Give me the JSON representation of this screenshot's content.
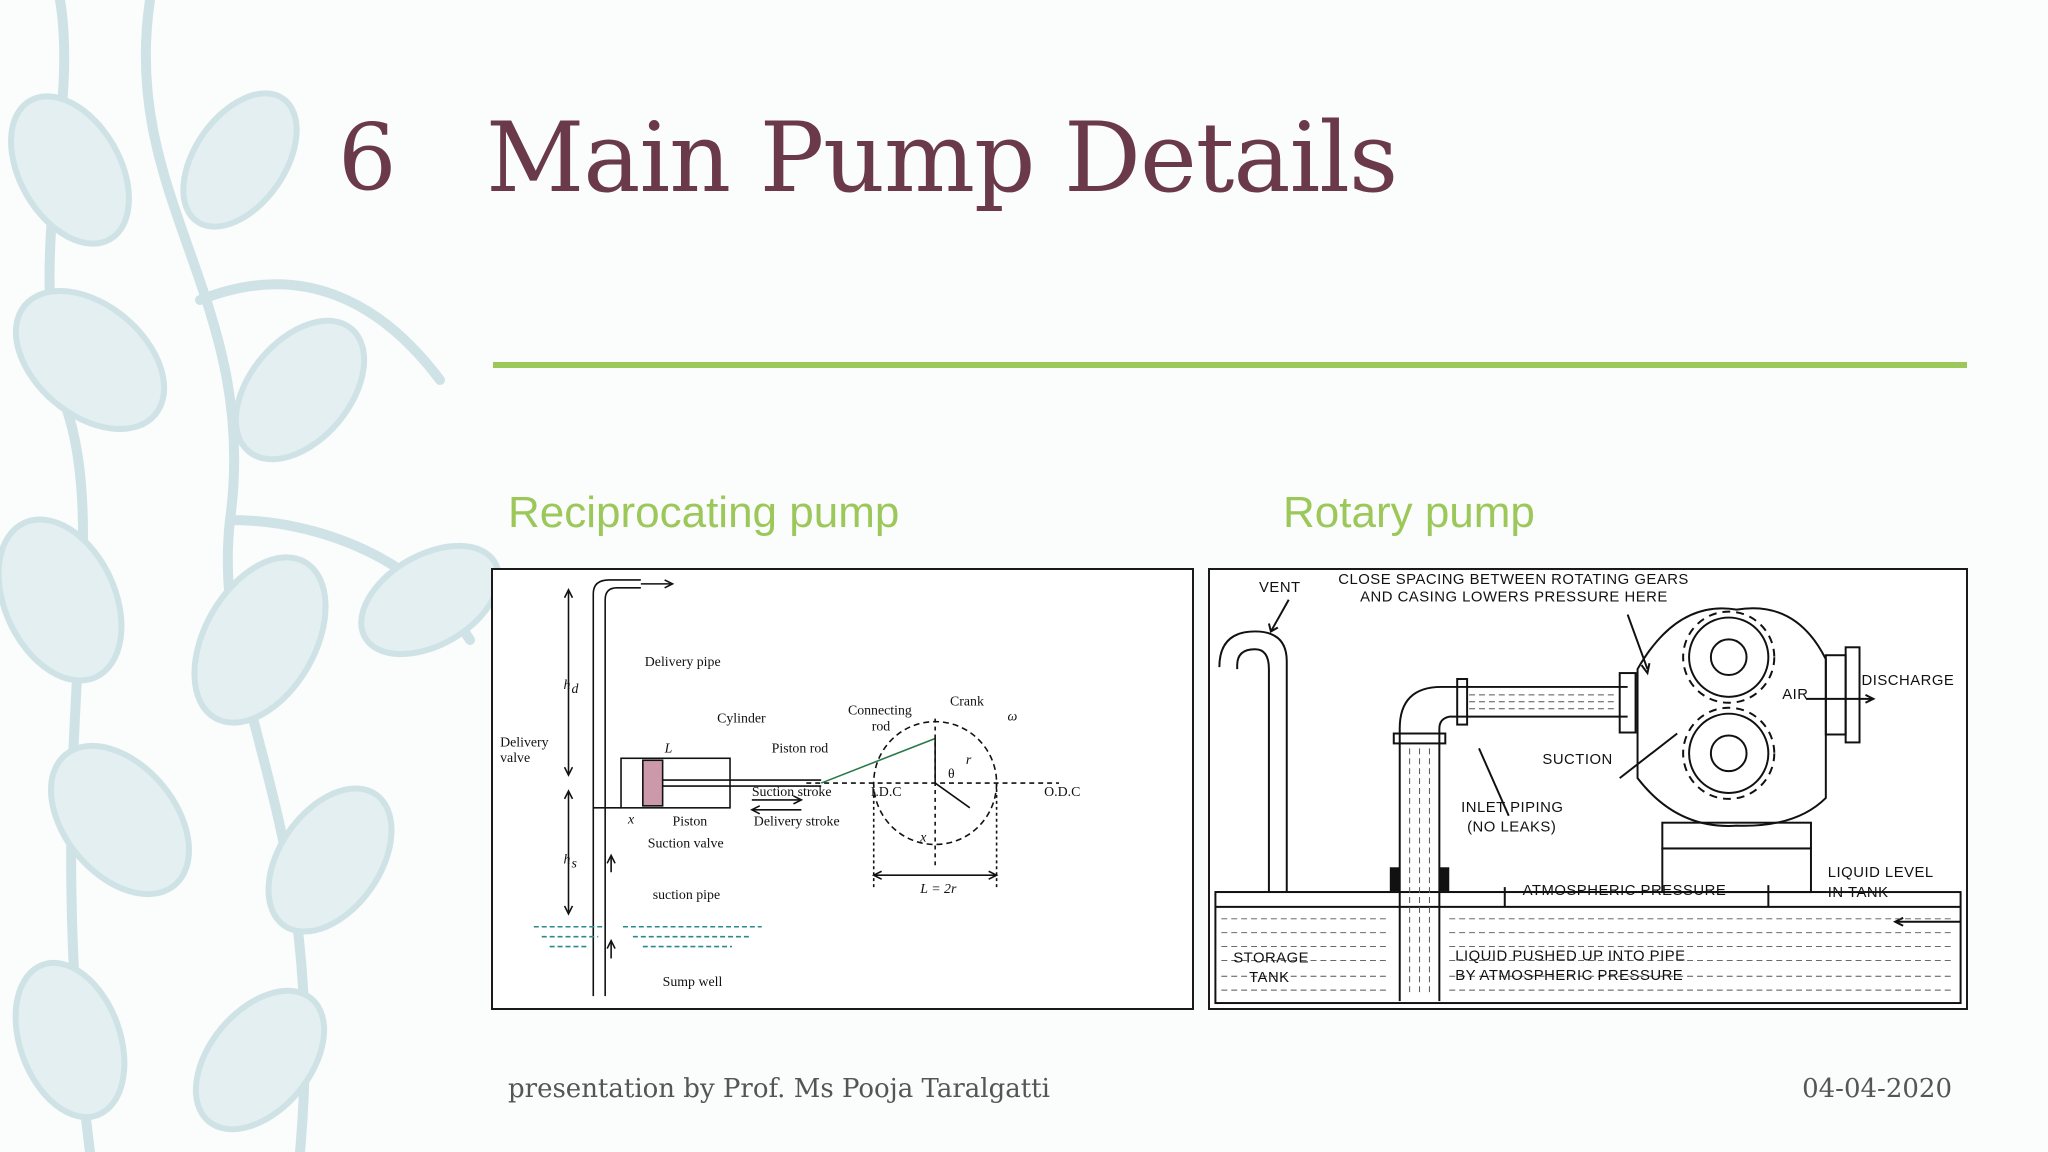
{
  "slide": {
    "number": "6",
    "title": "Main Pump Details",
    "accent_color": "#9cc85a",
    "title_color": "#6a3a4a"
  },
  "figures": {
    "left": {
      "caption": "Reciprocating pump",
      "labels": {
        "delivery_pipe": "Delivery pipe",
        "hd": "h",
        "hd_sub": "d",
        "delivery_valve_1": "Delivery",
        "delivery_valve_2": "valve",
        "cylinder": "Cylinder",
        "L": "L",
        "piston_rod": "Piston rod",
        "connecting_rod_1": "Connecting",
        "connecting_rod_2": "rod",
        "crank": "Crank",
        "omega": "ω",
        "r": "r",
        "theta": "θ",
        "idc": "I.D.C",
        "odc": "O.D.C",
        "suction_stroke": "Suction stroke",
        "delivery_stroke": "Delivery stroke",
        "x1": "x",
        "x2": "x",
        "piston": "Piston",
        "suction_valve": "Suction valve",
        "hs": "h",
        "hs_sub": "s",
        "L2r": "L = 2r",
        "suction_pipe": "suction pipe",
        "sump_well": "Sump well"
      }
    },
    "right": {
      "caption": "Rotary pump",
      "labels": {
        "vent": "VENT",
        "close_1": "CLOSE SPACING BETWEEN ROTATING GEARS",
        "close_2": "AND CASING LOWERS PRESSURE HERE",
        "discharge": "DISCHARGE",
        "air": "AIR",
        "suction": "SUCTION",
        "inlet_1": "INLET PIPING",
        "inlet_2": "(NO LEAKS)",
        "liquid_level_1": "LIQUID LEVEL",
        "liquid_level_2": "IN TANK",
        "atmospheric": "ATMOSPHERIC PRESSURE",
        "storage_1": "STORAGE",
        "storage_2": "TANK",
        "pushed_1": "LIQUID PUSHED UP INTO PIPE",
        "pushed_2": "BY ATMOSPHERIC PRESSURE"
      }
    }
  },
  "footer": {
    "presenter": "presentation by Prof. Ms Pooja Taralgatti",
    "date": "04-04-2020"
  }
}
